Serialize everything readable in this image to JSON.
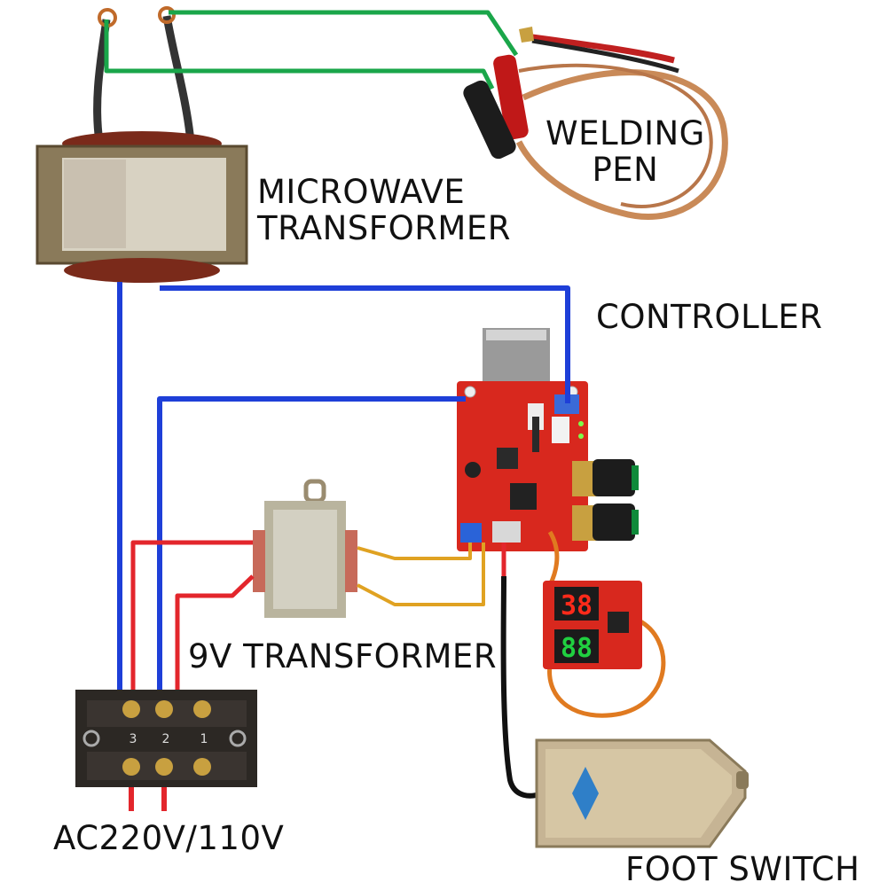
{
  "labels": {
    "welding_pen": [
      "WELDING",
      "PEN"
    ],
    "microwave_transformer": [
      "MICROWAVE",
      "TRANSFORMER"
    ],
    "controller": "CONTROLLER",
    "nine_v_transformer": "9V TRANSFORMER",
    "ac_input": "AC220V/110V",
    "foot_switch": "FOOT SWITCH"
  },
  "display": {
    "upper_digits": "38",
    "lower_digits": "88"
  },
  "terminal_block": {
    "numbers": [
      "3",
      "2",
      "1"
    ]
  },
  "colors": {
    "wire_green": "#1aa64a",
    "wire_blue": "#1e3fd8",
    "wire_red": "#e3262c",
    "wire_orange": "#e0a222",
    "wire_black": "#111111",
    "pcb_red": "#d8281e",
    "display_red_digits": "#ff2a1a",
    "display_green_digits": "#20d040"
  }
}
